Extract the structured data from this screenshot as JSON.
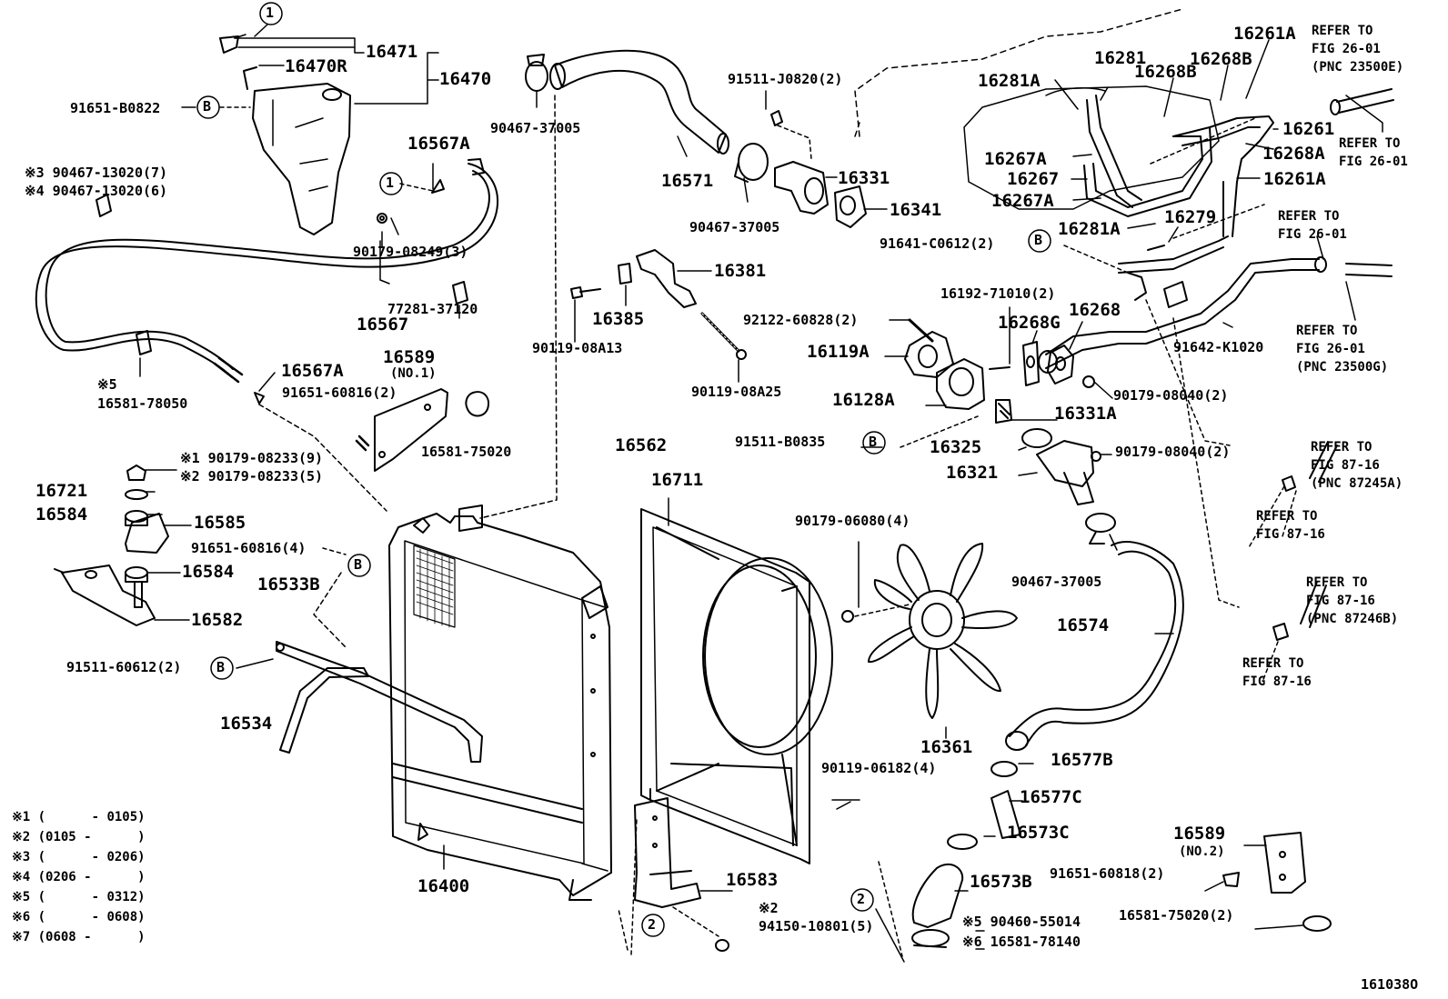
{
  "figure_id": "161038O",
  "callout_b": "B",
  "callout_1": "1",
  "callout_2": "2",
  "labels": {
    "p16471": "16471",
    "p16470r": "16470R",
    "p16470": "16470",
    "p91651_b0822": "91651-B0822",
    "p16567a_top": "16567A",
    "n3_90467": "※3 90467-13020(7)",
    "n4_90467": "※4 90467-13020(6)",
    "p90179_08249": "90179-08249(3)",
    "p16567": "16567",
    "p77281": "77281-37120",
    "n5": "※5",
    "p16581_78050": "16581-78050",
    "p16567a_mid": "16567A",
    "p16589": "16589",
    "p16589_no1": "(NO.1)",
    "p91651_60816_2": "91651-60816(2)",
    "p16581_75020": "16581-75020",
    "n1_90179": "※1 90179-08233(9)",
    "n2_90179": "※2 90179-08233(5)",
    "p16721": "16721",
    "p16584a": "16584",
    "p16585": "16585",
    "p91651_60816_4": "91651-60816(4)",
    "p16584b": "16584",
    "p16582": "16582",
    "p16533b": "16533B",
    "p91511_60612": "91511-60612(2)",
    "p16534": "16534",
    "p90467_37005_a": "90467-37005",
    "p16571": "16571",
    "p91511_j0820": "91511-J0820(2)",
    "p16331": "16331",
    "p90467_37005_b": "90467-37005",
    "p16341": "16341",
    "p16381": "16381",
    "p16385": "16385",
    "p90119_08a13": "90119-08A13",
    "p92122": "92122-60828(2)",
    "p16119a": "16119A",
    "p90119_08a25": "90119-08A25",
    "p16128a": "16128A",
    "p91511_b0835": "91511-B0835",
    "p16562": "16562",
    "p16711": "16711",
    "p90179_06080": "90179-06080(4)",
    "p16361": "16361",
    "p90119_06182": "90119-06182(4)",
    "p16400": "16400",
    "p16583": "16583",
    "n2_94150": "※2",
    "p94150": "94150-10801(5)",
    "p16281a_top": "16281A",
    "p16281": "16281",
    "p16268b_a": "16268B",
    "p16268b_b": "16268B",
    "p16261a_top": "16261A",
    "p16261": "16261",
    "p16268a": "16268A",
    "p16267a_a": "16267A",
    "p16267": "16267",
    "p16267a_b": "16267A",
    "p16261a_mid": "16261A",
    "p16281a_b": "16281A",
    "p16279": "16279",
    "p91641": "91641-C0612(2)",
    "p16192": "16192-71010(2)",
    "p16268g": "16268G",
    "p16268": "16268",
    "p91642": "91642-K1020",
    "p90179_08040_a": "90179-08040(2)",
    "p16331a": "16331A",
    "p16325": "16325",
    "p90179_08040_b": "90179-08040(2)",
    "p16321": "16321",
    "p90467_37005_c": "90467-37005",
    "p16574": "16574",
    "p16577b": "16577B",
    "p16577c": "16577C",
    "p16573c": "16573C",
    "p16573b": "16573B",
    "n5_90460": "※5 90460-55014",
    "n6_16581": "※6 16581-78140",
    "p16589_b": "16589",
    "p16589_no2": "(NO.2)",
    "p91651_60818": "91651-60818(2)",
    "p16581_75020_2": "16581-75020(2)"
  },
  "refs": {
    "r1": "REFER TO\nFIG 26-01\n(PNC 23500E)",
    "r2": "REFER TO\nFIG 26-01",
    "r3": "REFER TO\nFIG 26-01",
    "r4": "REFER TO\nFIG 26-01\n(PNC 23500G)",
    "r5": "REFER TO\nFIG 87-16\n(PNC 87245A)",
    "r6": "REFER TO\nFIG 87-16",
    "r7": "REFER TO\nFIG 87-16\n(PNC 87246B)",
    "r8": "REFER TO\nFIG 87-16"
  },
  "footnotes": [
    "※1 (      - 0105)",
    "※2 (0105 -      )",
    "※3 (      - 0206)",
    "※4 (0206 -      )",
    "※5 (      - 0312)",
    "※6 (      - 0608)",
    "※7 (0608 -      )"
  ]
}
